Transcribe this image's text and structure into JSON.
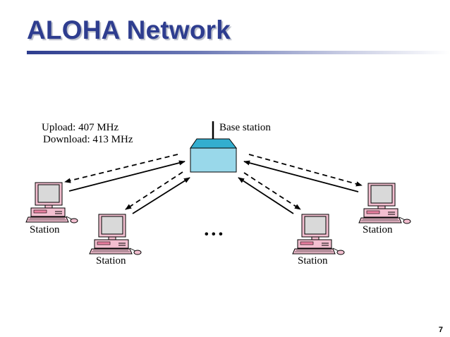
{
  "slide": {
    "title": "ALOHA Network",
    "number": "7"
  },
  "diagram": {
    "frequencies": {
      "upload": "Upload: 407 MHz",
      "download": "Download: 413 MHz"
    },
    "base_station": {
      "label": "Base station"
    },
    "ellipsis": "• • •",
    "stations": [
      {
        "label": "Station"
      },
      {
        "label": "Station"
      },
      {
        "label": "Station"
      },
      {
        "label": "Station"
      }
    ],
    "colors": {
      "base_station_fill": "#99d8ea",
      "base_station_top": "#33aecf",
      "station_fill": "#f3bfd0",
      "screen": "#d9d9d9",
      "title": "#2e3d8f"
    }
  }
}
